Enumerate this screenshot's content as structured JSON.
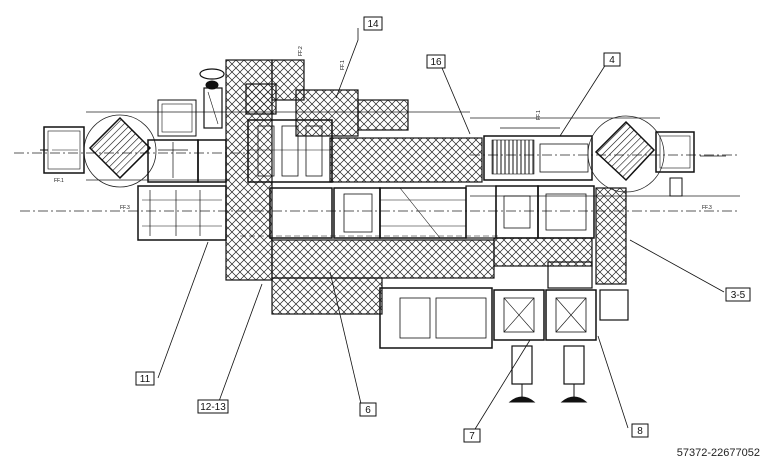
{
  "callouts": {
    "c14": "14",
    "c16": "16",
    "c4": "4",
    "c3_5": "3-5",
    "c11": "11",
    "c12_13": "12-13",
    "c6": "6",
    "c7": "7",
    "c8": "8"
  },
  "flow_labels": {
    "ff1_left": "FF.1",
    "ff3_left": "FF.3",
    "ff3_right": "FF.3",
    "ff2_top": "FF.2",
    "ff1_top": "FF.1",
    "ff1_right": "FF.1"
  },
  "watermark": "57372-22677052"
}
